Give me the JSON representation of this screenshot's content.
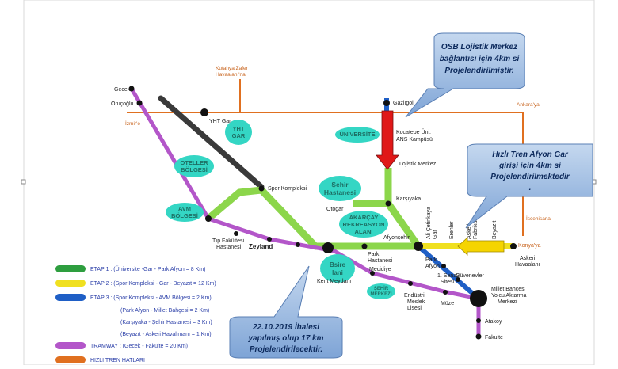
{
  "stations": {
    "gecek": "Gecek",
    "orucoglu": "Oruçoğlu",
    "izmir": "İzmir'e",
    "kutahya_1": "Kutahya Zafer",
    "kutahya_2": "Havaalanı'na",
    "yht_gar": "YHT Gar",
    "gazligol": "Gazlıgöl",
    "ankara": "Ankara'ya",
    "kocatepe_1": "Kocatepe Üni.",
    "kocatepe_2": "ANS Kampüsü",
    "lojistik": "Lojistik Merkez",
    "spor": "Spor Kompleksi",
    "karsiyaka": "Karşıyaka",
    "otogar": "Otogar",
    "afyonsehir": "Afyonşehir",
    "park_hastanesi_1": "Park",
    "park_hastanesi_2": "Hastanesi",
    "tip_1": "Tıp Fakültesi",
    "tip_2": "Hastanesi",
    "zeyland": "Zeyland",
    "kent_meydani": "Kent Meydanı",
    "mecidiye": "Mecidiye",
    "endustri_1": "Endüstri",
    "endustri_2": "Meslek",
    "endustri_3": "Lisesi",
    "muze": "Müze",
    "park_afyon_1": "Park",
    "park_afyon_2": "Afyon",
    "sanayi_1": "1. Sanayi",
    "sanayi_2": "Sitesi",
    "guvenevler": "Güvenevler",
    "millet_1": "Millet Bahçesi",
    "millet_2": "Yolcu Aktarma",
    "millet_3": "Merkezi",
    "atakoy": "Atakoy",
    "fakulte": "Fakulte",
    "iscehisar": "İscehisar'a",
    "konya": "Konya'ya",
    "askeri_1": "Askeri",
    "askeri_2": "Havaalanı",
    "ali_cetinkaya": "Ali Çetinkaya",
    "gar_v": "Gar",
    "erenler": "Erenler",
    "askeri_fab_1": "Askeri",
    "askeri_fab_2": "Fabrika",
    "beyazit_v": "Beyazıt"
  },
  "zones": {
    "universite": "ÜNİVERSİTE",
    "yht_1": "YHT",
    "yht_2": "GAR",
    "oteller_1": "OTELLER",
    "oteller_2": "BÖLGESİ",
    "sehir_1": "Şehir",
    "sehir_2": "Hastanesi",
    "avm_1": "AVM",
    "avm_2": "BÖLGESİ",
    "akarcay_1": "AKARÇAY",
    "akarcay_2": "REKREASYON",
    "akarcay_3": "ALANI",
    "sehir_merkezi_1": "ŞEHİR",
    "sehir_merkezi_2": "MERKEZİ",
    "kentsel_1": "Bsire",
    "kentsel_2": "lani"
  },
  "legend": {
    "etap1": "ETAP 1 : (Üniversite -Gar - Park Afyon = 8 Km)",
    "etap2": "ETAP 2 : (Spor Kompleksi - Gar - Beyazıt = 12 Km)",
    "etap3": "ETAP 3 : (Spor Kompleksi - AVM Bölgesi = 2 Km)",
    "sub1": "(Park Afyon - Millet Bahçesi = 2 Km)",
    "sub2": "(Karşıyaka - Şehir Hastanesi = 3 Km)",
    "sub3": "(Beyazıt - Askeri Havalimanı = 1 Km)",
    "tramway": "TRAMWAY : (Gecek - Fakülte = 20 Km)",
    "hizli": "HIZLI TREN HATLARI"
  },
  "callouts": {
    "osb_1": "OSB Lojistik Merkez",
    "osb_2": "bağlantısı için 4km si",
    "osb_3": "Projelendirilmiştir.",
    "hizli_1": "Hızlı Tren Afyon Gar",
    "hizli_2": "girişi için 4km si",
    "hizli_3": "Projelendirilmektedir",
    "hizli_4": ".",
    "ihale_1": "22.10.2019 İhalesi",
    "ihale_2": "yapılmış olup 17 km",
    "ihale_3": "Projelendirilecektir."
  },
  "colors": {
    "etap1": "#2e9e3f",
    "etap2": "#f0e020",
    "etap3": "#1f5fc6",
    "green_line": "#8cd64b",
    "tramway": "#b356c9",
    "hizli_tren": "#e07020",
    "zone_fill": "#34d6c4",
    "callout_fill": "#8fb2dc",
    "arrow_red": "#e01818",
    "dark_line": "#3a3a3a"
  }
}
